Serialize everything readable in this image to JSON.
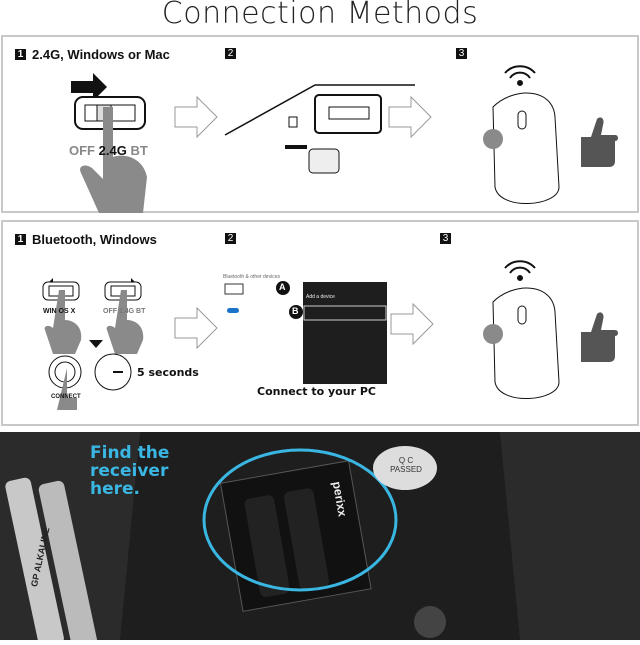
{
  "title": "Connection Methods",
  "panel1": {
    "step1_num": "1",
    "step1_label": "2.4G, Windows or Mac",
    "step2_num": "2",
    "step3_num": "3",
    "switch_labels": {
      "off": "OFF",
      "g24": "2.4G",
      "bt": "BT"
    }
  },
  "panel2": {
    "step1_num": "1",
    "step1_label": "Bluetooth, Windows",
    "step2_num": "2",
    "step3_num": "3",
    "switch1_labels": "WIN  OS X",
    "switch2_labels": "OFF 2.4G BT",
    "connect_label": "CONNECT",
    "timer_label": "5 seconds",
    "settings_title": "Bluetooth & other devices",
    "add_device_title": "Add a device",
    "marker_a": "A",
    "marker_b": "B",
    "caption": "Connect to your PC"
  },
  "photo": {
    "callout": "Find the receiver here.",
    "sticker": "Q C PASSED",
    "battery_brand": "GP ALKALINE",
    "device_brand": "perixx"
  },
  "colors": {
    "accent": "#3ab6e3",
    "border": "#c8c8c8",
    "hand": "#8a8a8a"
  }
}
